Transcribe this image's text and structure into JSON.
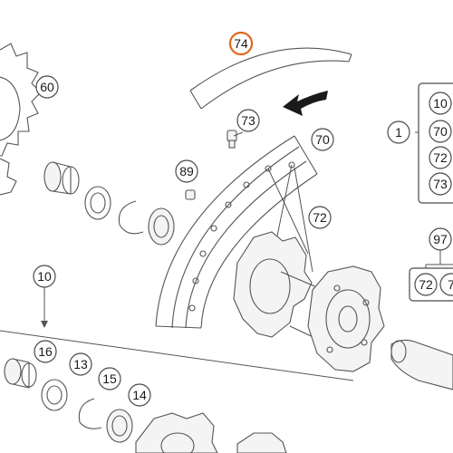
{
  "colors": {
    "highlight": "#e2661d",
    "line": "#555555"
  },
  "callouts": {
    "c74": "74",
    "c60": "60",
    "c73": "73",
    "c70": "70",
    "c89": "89",
    "c72": "72",
    "c1": "1",
    "c97": "97",
    "c10": "10",
    "c16": "16",
    "c13": "13",
    "c15": "15",
    "c14": "14"
  },
  "group_1": {
    "items": [
      "10",
      "70",
      "72",
      "73"
    ]
  },
  "group_97": {
    "items": [
      "72",
      "7"
    ]
  },
  "icons": {
    "arrow": "direction-arrow-icon"
  }
}
